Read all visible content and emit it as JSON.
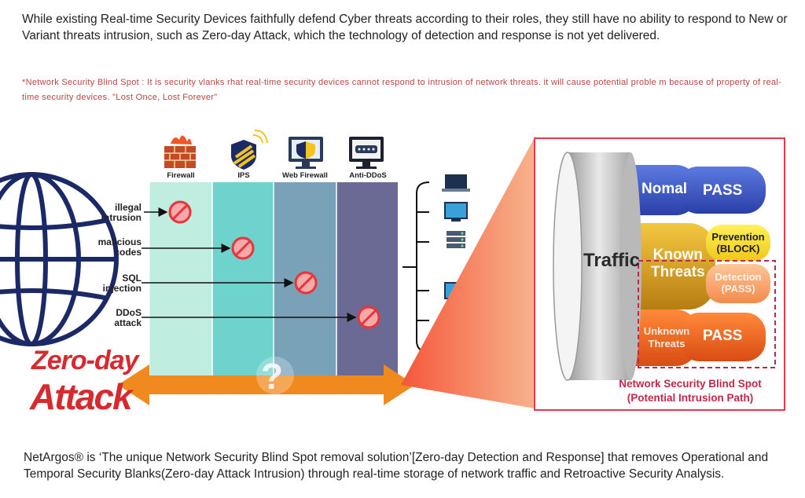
{
  "intro_text": "While existing Real-time Security Devices faithfully defend Cyber threats according to their roles, they still have no ability to respond to New or Variant threats intrusion, such as Zero-day Attack, which the technology of detection and response is not yet delivered.",
  "note_text": "*Network Security Blind Spot : It is security vlanks rhat real-time security devices cannot respond to intrusion of network threats. it will cause potential proble m because of property of real-time security devices. \"Lost Once, Lost Forever\"",
  "devices": [
    {
      "label": "Firewall",
      "icon": "firewall-icon"
    },
    {
      "label": "IPS",
      "icon": "ips-shield-icon"
    },
    {
      "label": "Web Firewall",
      "icon": "web-firewall-icon"
    },
    {
      "label": "Anti-DDoS",
      "icon": "anti-ddos-icon"
    }
  ],
  "threats": [
    {
      "line1": "illegal",
      "line2": "intrusion"
    },
    {
      "line1": "malicious",
      "line2": "codes"
    },
    {
      "line1": "SQL",
      "line2": "injection"
    },
    {
      "line1": "DDoS",
      "line2": "attack"
    }
  ],
  "zero_day": {
    "line1": "Zero-day",
    "line2": "Attack",
    "question": "?"
  },
  "traffic": {
    "label": "Traffic",
    "normal": "Nomal",
    "normal_result": "PASS",
    "known_line1": "Known",
    "known_line2": "Threats",
    "prevention_line1": "Prevention",
    "prevention_line2": "(BLOCK)",
    "detection_line1": "Detection",
    "detection_line2": "(PASS)",
    "unknown_line1": "Unknown",
    "unknown_line2": "Threats",
    "unknown_result": "PASS",
    "blind_spot_line1": "Network Security Blind Spot",
    "blind_spot_line2": "(Potential Intrusion Path)"
  },
  "outro_text": "NetArgos® is ‘The unique Network Security Blind Spot removal solution’[Zero-day Detection and Response] that removes Operational and Temporal Security Blanks(Zero-day Attack Intrusion) through real-time storage of network traffic and Retroactive Security Analysis.",
  "colors": {
    "accent_red": "#d72a2e",
    "firewall_col": "#bfeee0",
    "ips_col": "#6fd3cd",
    "webfw_col": "#79a2b9",
    "ddos_col": "#6b6a95",
    "arrow_orange": "#f08a1e",
    "normal_blue": "#3b55c8",
    "known_gold": "#d8a020",
    "unknown_orange": "#ef6a1c"
  }
}
